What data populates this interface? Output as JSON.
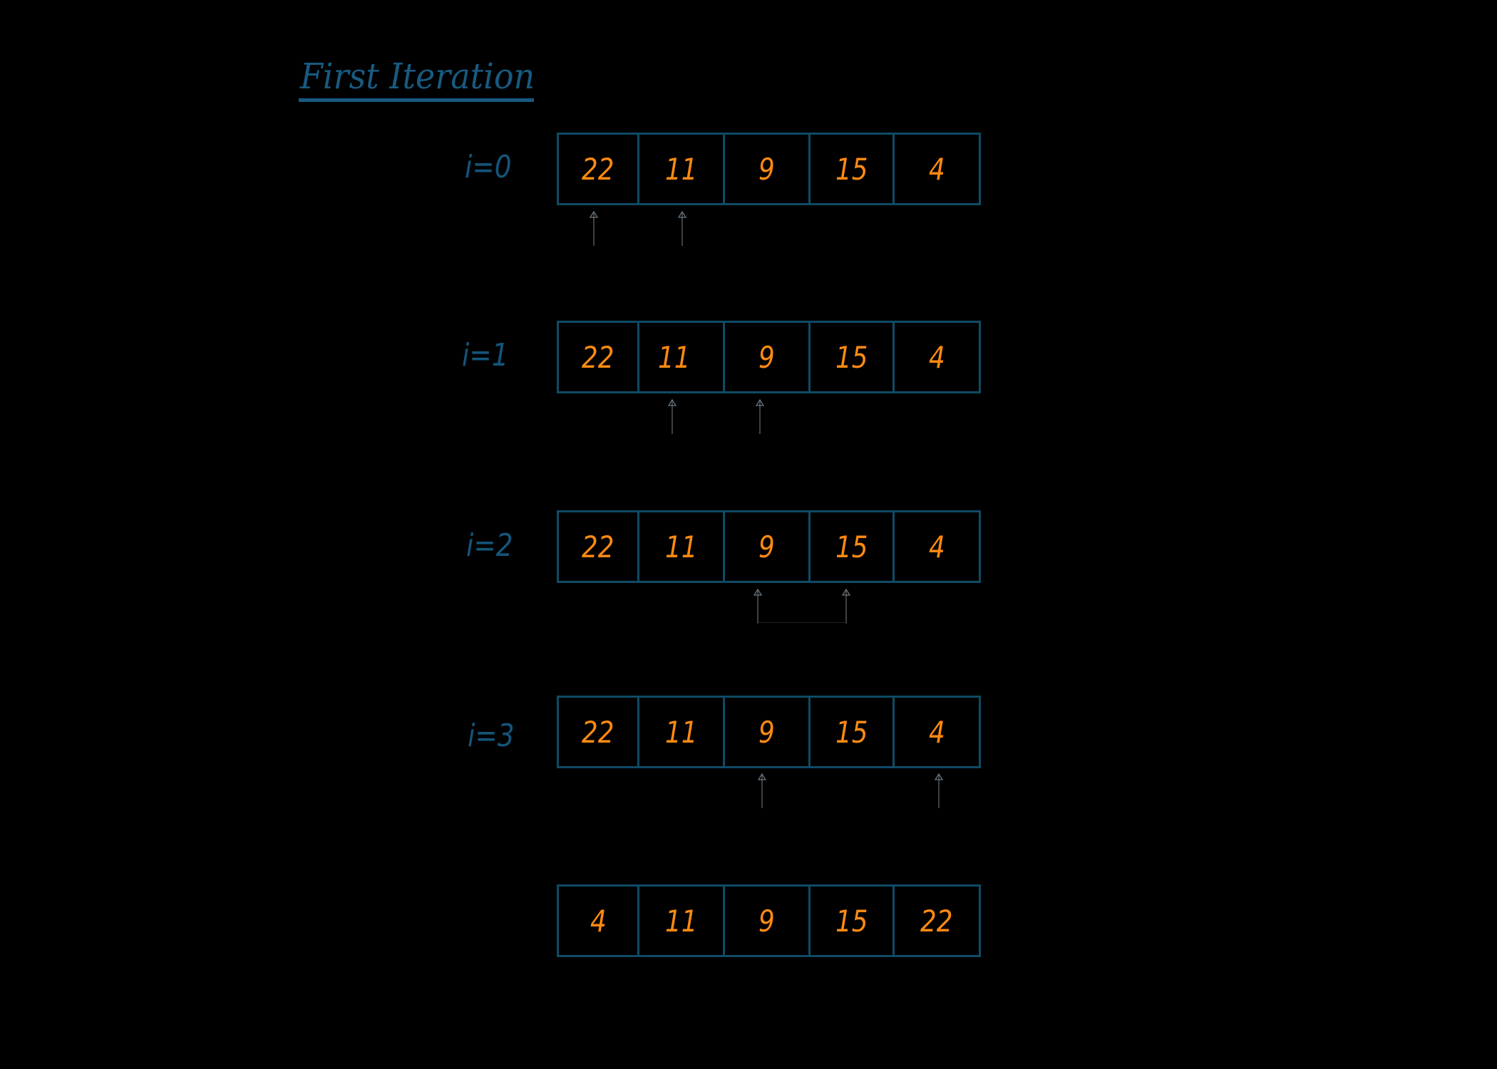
{
  "title": "First Iteration",
  "colors": {
    "title": "#185a80",
    "label": "#14557a",
    "box_border": "#0f4b65",
    "value": "#ff8a12",
    "pointer": "#555555",
    "background": "#000000"
  },
  "rows": [
    {
      "label": "i=0",
      "values": [
        "22",
        "11",
        "9",
        "15",
        "4"
      ],
      "pointers": [
        0,
        1
      ]
    },
    {
      "label": "i=1",
      "values": [
        "22",
        "11",
        "9",
        "15",
        "4"
      ],
      "pointers": [
        1,
        2
      ]
    },
    {
      "label": "i=2",
      "values": [
        "22",
        "11",
        "9",
        "15",
        "4"
      ],
      "pointers": [
        2,
        3
      ]
    },
    {
      "label": "i=3",
      "values": [
        "22",
        "11",
        "9",
        "15",
        "4"
      ],
      "pointers": [
        2,
        4
      ]
    },
    {
      "label": "",
      "values": [
        "4",
        "11",
        "9",
        "15",
        "22"
      ],
      "pointers": []
    }
  ]
}
